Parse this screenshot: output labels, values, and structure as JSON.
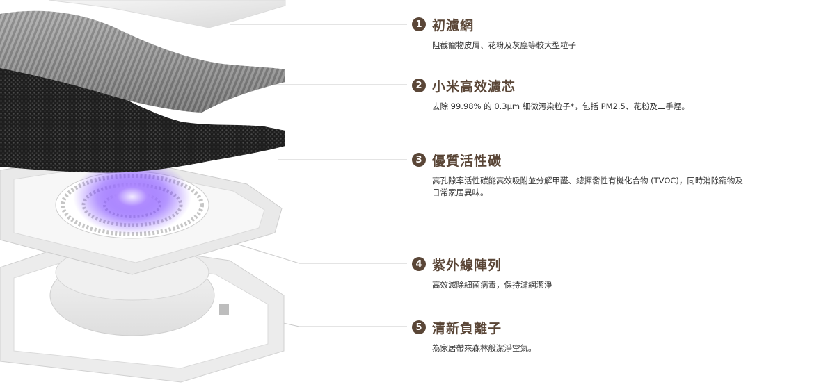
{
  "features": [
    {
      "number": "1",
      "title": "初濾網",
      "description": "阻截寵物皮屑、花粉及灰塵等較大型粒子"
    },
    {
      "number": "2",
      "title": "小米高效濾芯",
      "description": "去除 99.98% 的 0.3μm 細微污染粒子*，包括 PM2.5、花粉及二手煙。"
    },
    {
      "number": "3",
      "title": "優質活性碳",
      "description": "高孔隙率活性碳能高效吸附並分解甲醛、總揮發性有機化合物 (TVOC)，同時消除寵物及日常家居異味。"
    },
    {
      "number": "4",
      "title": "紫外線陣列",
      "description": "高效滅除細菌病毒，保持濾網潔淨"
    },
    {
      "number": "5",
      "title": "清新負離子",
      "description": "為家居帶來森林般潔淨空氣。"
    }
  ],
  "colors": {
    "accent": "#5a4637",
    "uv_glow": "#8a5cff",
    "leader_line": "#c8c8c8"
  }
}
